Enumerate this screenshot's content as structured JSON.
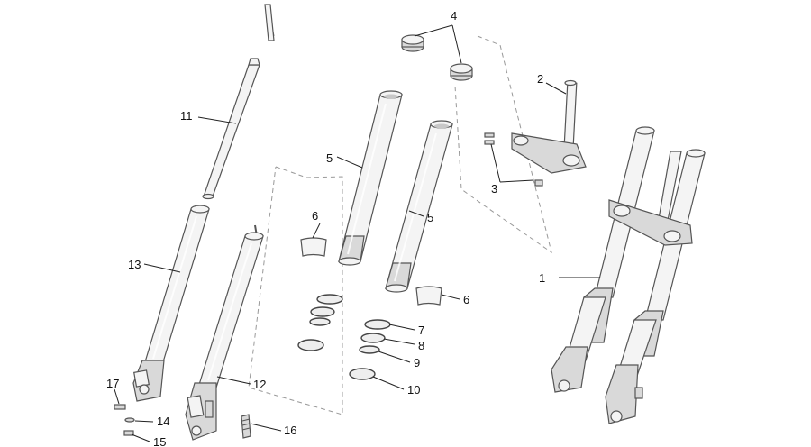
{
  "callouts": {
    "c1": "1",
    "c2": "2",
    "c3": "3",
    "c4": "4",
    "c5a": "5",
    "c5b": "5",
    "c6a": "6",
    "c6b": "6",
    "c7": "7",
    "c8": "8",
    "c9": "9",
    "c10": "10",
    "c11": "11",
    "c12": "12",
    "c13": "13",
    "c14": "14",
    "c15": "15",
    "c16": "16",
    "c17": "17"
  }
}
